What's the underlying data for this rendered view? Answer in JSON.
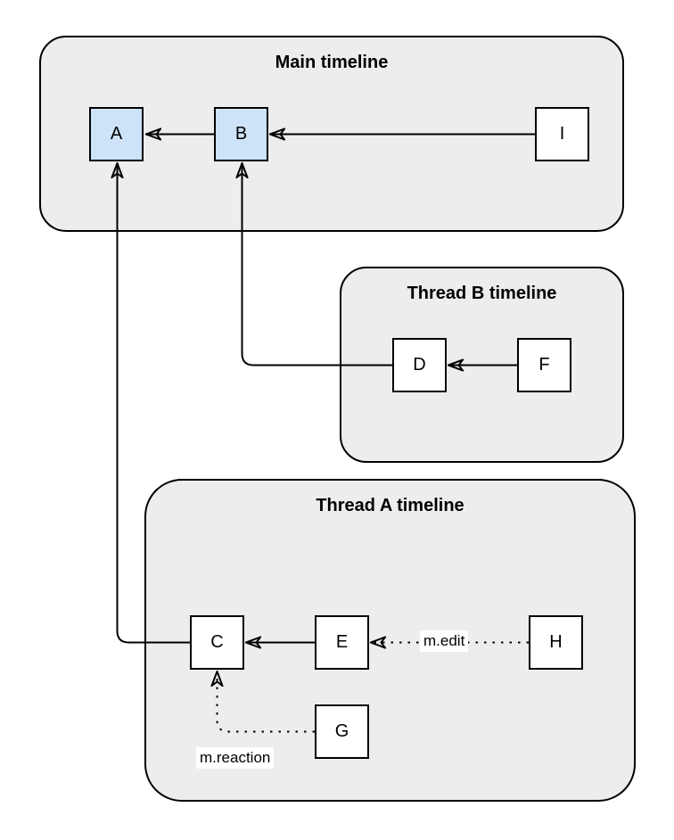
{
  "colors": {
    "background": "#ffffff",
    "container_fill": "#ededed",
    "container_border": "#000000",
    "node_fill": "#ffffff",
    "node_highlight_fill": "#cde3f8",
    "node_border": "#000000",
    "edge_color": "#000000",
    "text_color": "#000000",
    "edge_label_bg": "#ffffff"
  },
  "containers": {
    "main": {
      "title": "Main timeline"
    },
    "thread_b": {
      "title": "Thread B timeline"
    },
    "thread_a": {
      "title": "Thread A timeline"
    }
  },
  "nodes": {
    "a": {
      "label": "A",
      "container": "main",
      "highlighted": true
    },
    "b": {
      "label": "B",
      "container": "main",
      "highlighted": true
    },
    "i": {
      "label": "I",
      "container": "main",
      "highlighted": false
    },
    "d": {
      "label": "D",
      "container": "thread_b",
      "highlighted": false
    },
    "f": {
      "label": "F",
      "container": "thread_b",
      "highlighted": false
    },
    "c": {
      "label": "C",
      "container": "thread_a",
      "highlighted": false
    },
    "e": {
      "label": "E",
      "container": "thread_a",
      "highlighted": false
    },
    "h": {
      "label": "H",
      "container": "thread_a",
      "highlighted": false
    },
    "g": {
      "label": "G",
      "container": "thread_a",
      "highlighted": false
    }
  },
  "edges": {
    "b_to_a": {
      "from": "B",
      "to": "A",
      "style": "solid",
      "label": ""
    },
    "i_to_b": {
      "from": "I",
      "to": "B",
      "style": "solid",
      "label": ""
    },
    "f_to_d": {
      "from": "F",
      "to": "D",
      "style": "solid",
      "label": ""
    },
    "d_to_b": {
      "from": "D",
      "to": "B",
      "style": "solid",
      "label": ""
    },
    "e_to_c": {
      "from": "E",
      "to": "C",
      "style": "solid",
      "label": ""
    },
    "c_to_a": {
      "from": "C",
      "to": "A",
      "style": "solid",
      "label": ""
    },
    "h_to_e": {
      "from": "H",
      "to": "E",
      "style": "dotted",
      "label": "m.edit"
    },
    "g_to_c": {
      "from": "G",
      "to": "C",
      "style": "dotted",
      "label": "m.reaction"
    }
  }
}
